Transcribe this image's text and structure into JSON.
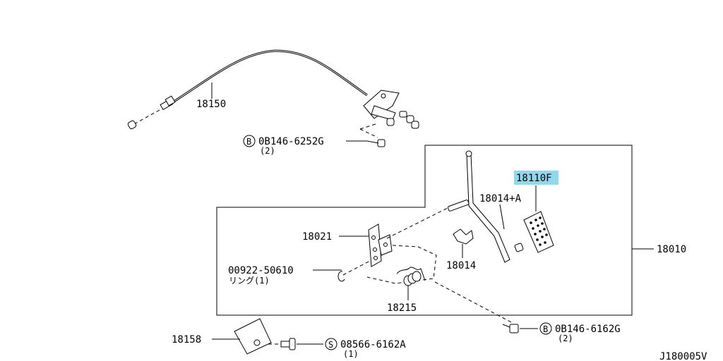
{
  "parts": {
    "accel_wire": "18150",
    "bolt_upper": "0B146-6252G",
    "bolt_upper_qty": "(2)",
    "bolt_upper_prefix": "B",
    "pedal_pad": "18110F",
    "lever": "18014+A",
    "bracket": "18021",
    "bushing": "18014",
    "assembly": "18010",
    "ring_part": "00922-50610",
    "ring_desc": "リング(1)",
    "spring": "18215",
    "bolt_lower": "0B146-6162G",
    "bolt_lower_qty": "(2)",
    "bolt_lower_prefix": "B",
    "stopper": "18158",
    "screw": "08566-6162A",
    "screw_qty": "(1)",
    "screw_prefix": "S"
  },
  "diagram_id": "J180005V",
  "highlight_color": "#8fd8ee"
}
